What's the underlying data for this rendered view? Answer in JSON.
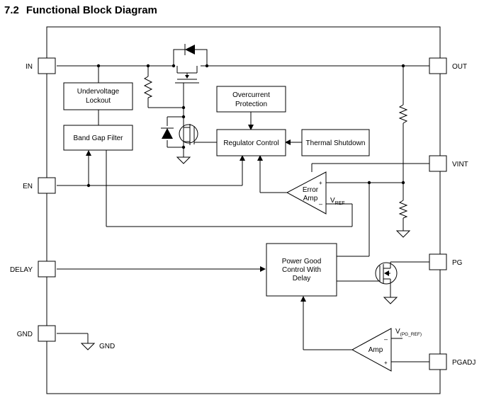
{
  "header": {
    "section_number": "7.2",
    "title": "Functional Block Diagram"
  },
  "pins": {
    "in": "IN",
    "en": "EN",
    "delay": "DELAY",
    "gnd": "GND",
    "out": "OUT",
    "vint": "VINT",
    "pg": "PG",
    "pgadj": "PGADJ"
  },
  "blocks": {
    "uvlo": [
      "Undervoltage",
      "Lockout"
    ],
    "bandgap": "Band Gap Filter",
    "overcurrent": [
      "Overcurrent",
      "Protection"
    ],
    "regulator": "Regulator Control",
    "thermal": "Thermal Shutdown",
    "error_amp": [
      "Error",
      "Amp"
    ],
    "power_good": [
      "Power Good",
      "Control With",
      "Delay"
    ],
    "amp": "Amp"
  },
  "labels": {
    "vref_main": "V",
    "vref_sub": "REF",
    "vpgref_main": "V",
    "vpgref_sub": "(PG_REF)",
    "gnd_symbol": "GND",
    "plus": "+",
    "minus": "–"
  }
}
